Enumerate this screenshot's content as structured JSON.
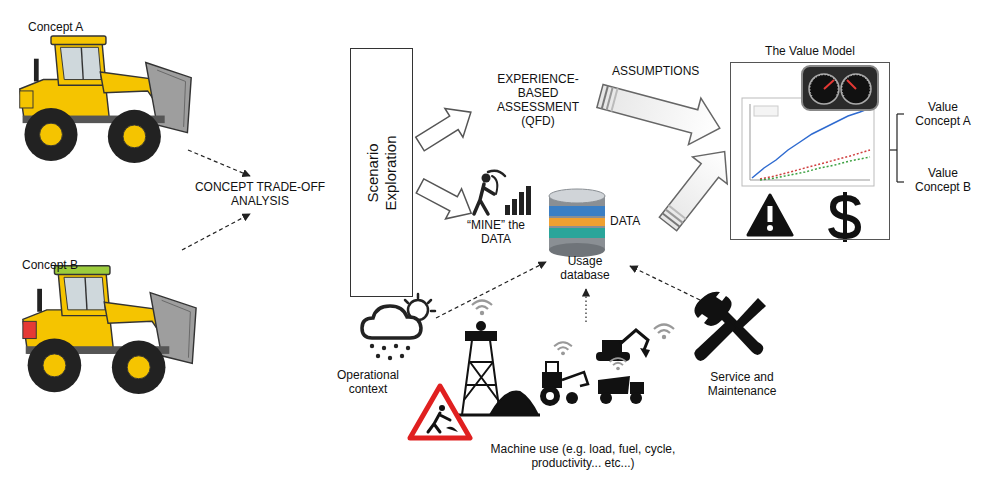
{
  "diagram": {
    "nodes": [
      {
        "text": [
          "Scenario Exploration"
        ]
      },
      {
        "text": [
          "The Value Model"
        ]
      }
    ],
    "labels": [
      "Concept A",
      "Concept B",
      "CONCEPT TRADE-OFF ANALYSIS",
      "EXPERIENCE-BASED ASSESSMENT (QFD)",
      "ASSUMPTIONS",
      "“MINE” the DATA",
      "Usage database",
      "DATA",
      "Value Concept A",
      "Value Concept B",
      "Operational context",
      "Machine use (e.g. load, fuel, cycle, productivity... etc...)",
      "Service and Maintenance"
    ]
  }
}
